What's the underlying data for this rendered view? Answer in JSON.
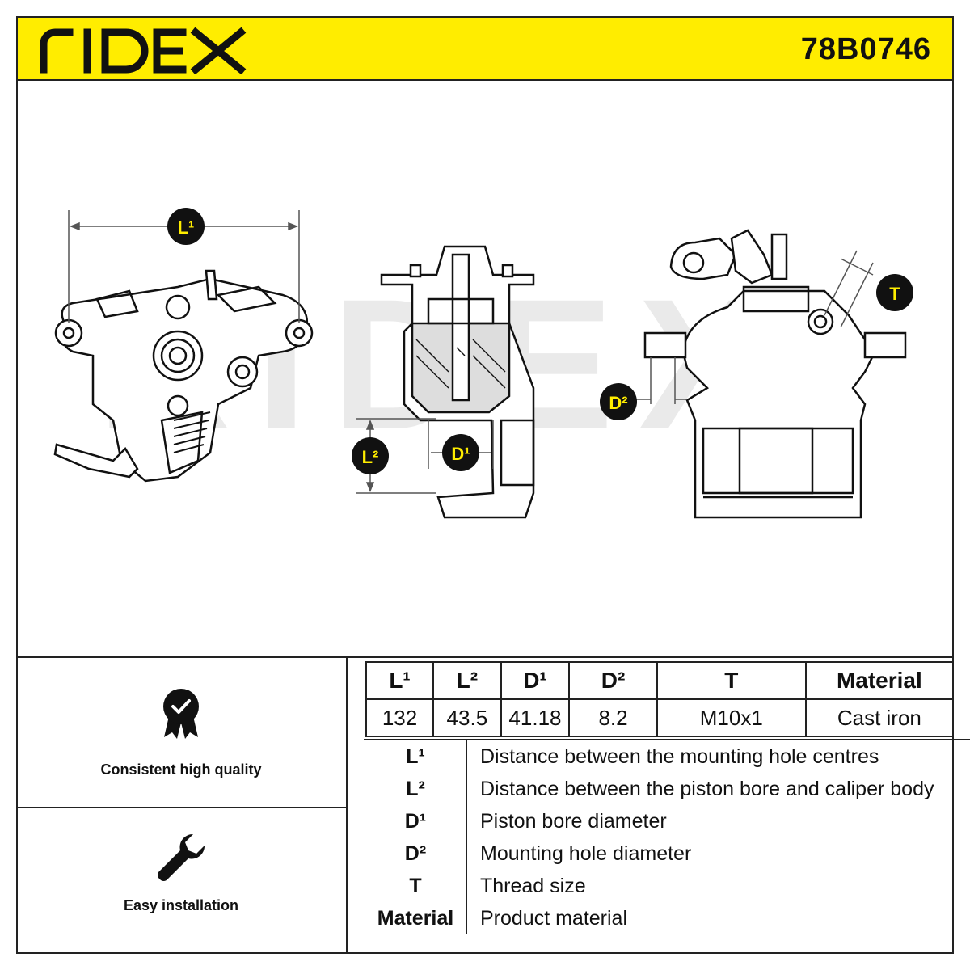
{
  "header": {
    "brand": "RIDEX",
    "part_number": "78B0746",
    "accent_color": "#ffed00"
  },
  "drawing": {
    "watermark": "RIDEX",
    "callouts": {
      "l1": "L¹",
      "l2": "L²",
      "d1": "D¹",
      "d2": "D²",
      "t": "T"
    }
  },
  "features": [
    {
      "label": "Consistent high quality",
      "icon": "quality-badge-icon"
    },
    {
      "label": "Easy installation",
      "icon": "wrench-icon"
    }
  ],
  "spec_table": {
    "headers": [
      "L¹",
      "L²",
      "D¹",
      "D²",
      "T",
      "Material"
    ],
    "values": [
      "132",
      "43.5",
      "41.18",
      "8.2",
      "M10x1",
      "Cast iron"
    ]
  },
  "legend": [
    {
      "key": "L¹",
      "desc": "Distance between the mounting hole centres"
    },
    {
      "key": "L²",
      "desc": "Distance between the piston bore and caliper body"
    },
    {
      "key": "D¹",
      "desc": "Piston bore diameter"
    },
    {
      "key": "D²",
      "desc": "Mounting hole diameter"
    },
    {
      "key": "T",
      "desc": "Thread size"
    },
    {
      "key": "Material",
      "desc": "Product material"
    }
  ]
}
